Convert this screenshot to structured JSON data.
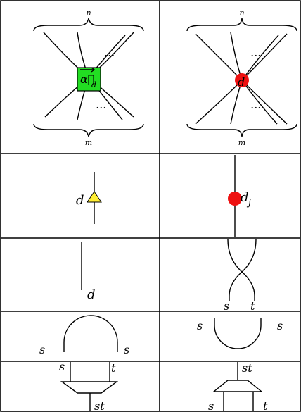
{
  "cells": {
    "green_box": {
      "brace_top": "n",
      "brace_bottom": "m",
      "node_label": "α⃗",
      "node_sub": "d",
      "dots_top": "...",
      "dots_bottom": "...",
      "color": "#22dd22"
    },
    "red_node": {
      "brace_top": "n",
      "brace_bottom": "m",
      "node_label": "d",
      "dots_top": "...",
      "dots_bottom": "...",
      "color": "#ee1111"
    },
    "triangle": {
      "label": "d",
      "color": "#ffee33"
    },
    "red_dot": {
      "label": "d",
      "sub": "j",
      "color": "#ee1111"
    },
    "wire": {
      "label": "d"
    },
    "crossing": {
      "left": "s",
      "right": "t"
    },
    "cap": {
      "left": "s",
      "right": "s"
    },
    "cup": {
      "left": "s",
      "right": "s"
    },
    "merge": {
      "top_left": "s",
      "top_right": "t",
      "bottom": "st"
    },
    "split": {
      "top": "st",
      "bottom_left": "s",
      "bottom_right": "t"
    }
  }
}
